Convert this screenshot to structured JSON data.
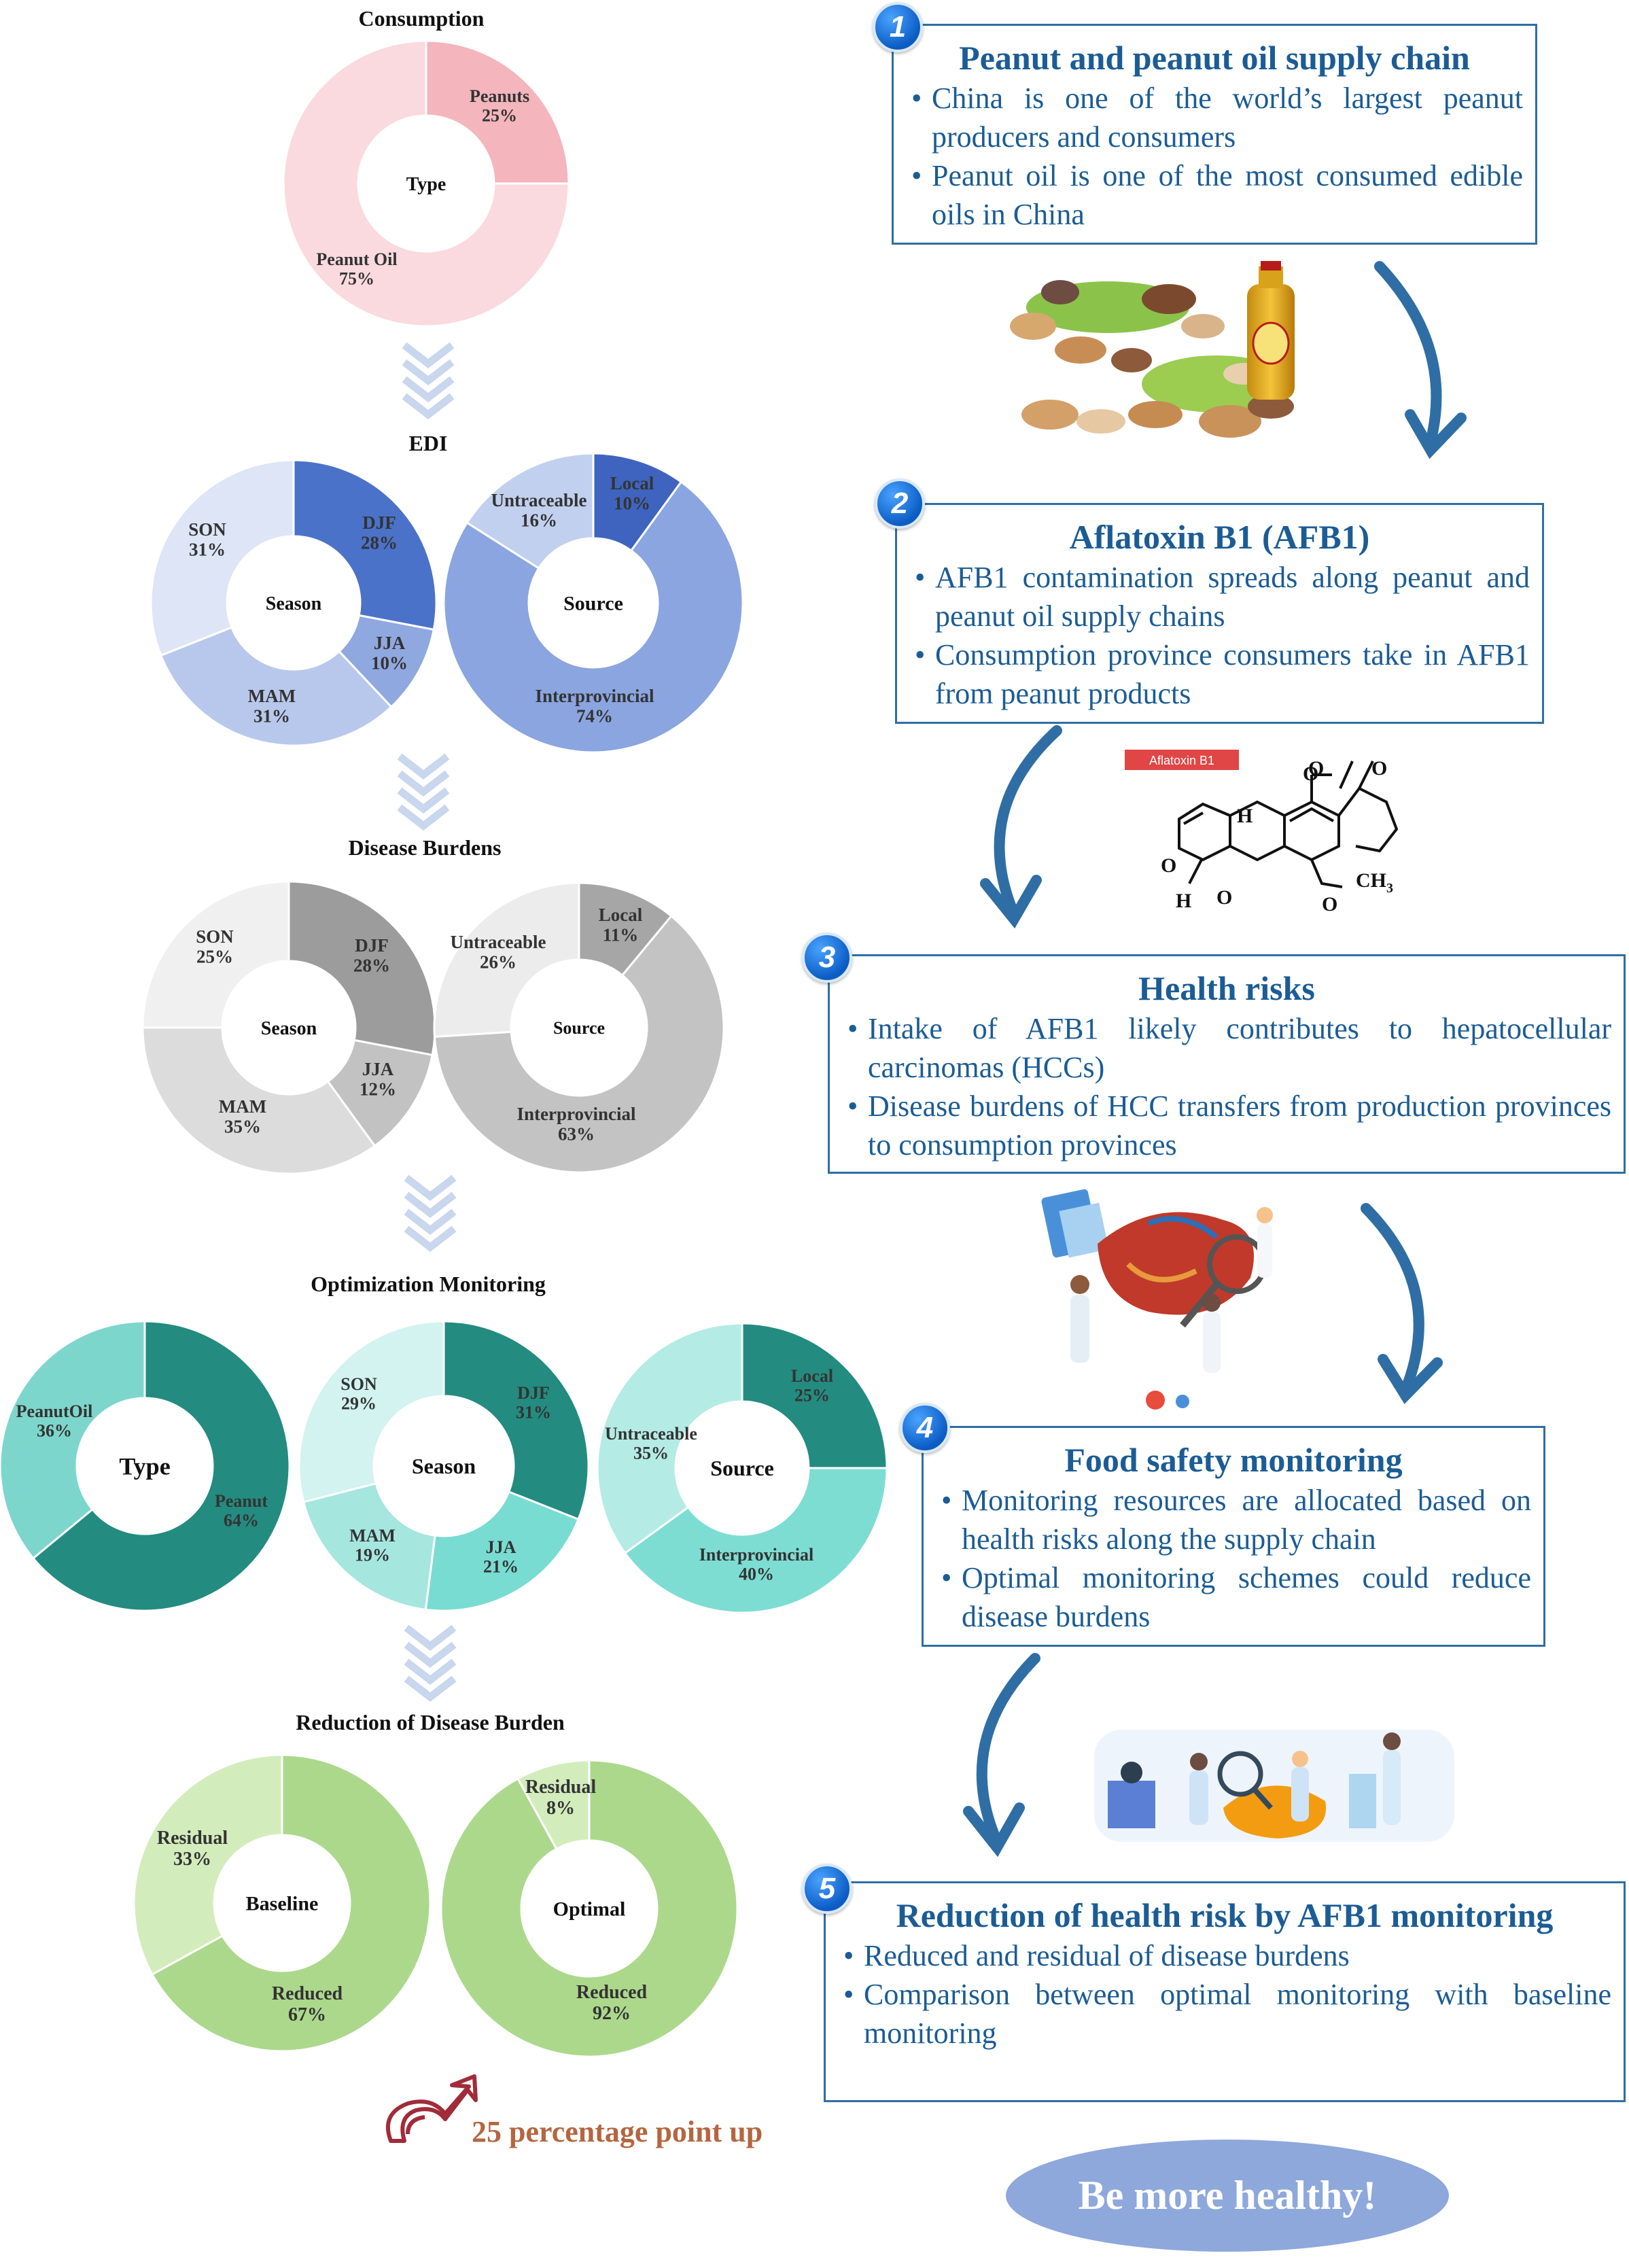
{
  "left_panel": {
    "consumption": {
      "title": "Consumption",
      "center": "Type",
      "slices": [
        {
          "label": "Peanuts",
          "pct": "25%",
          "value": 25,
          "color": "#f4b5bd"
        },
        {
          "label": "Peanut Oil",
          "pct": "75%",
          "value": 75,
          "color": "#fadadf"
        }
      ]
    },
    "edi": {
      "title": "EDI",
      "season": {
        "center": "Season",
        "slices": [
          {
            "label": "DJF",
            "pct": "28%",
            "value": 28,
            "color": "#4a72c8"
          },
          {
            "label": "JJA",
            "pct": "10%",
            "value": 10,
            "color": "#8fa8e0"
          },
          {
            "label": "MAM",
            "pct": "31%",
            "value": 31,
            "color": "#b8c8ec"
          },
          {
            "label": "SON",
            "pct": "31%",
            "value": 31,
            "color": "#dde5f6"
          }
        ]
      },
      "source": {
        "center": "Source",
        "slices": [
          {
            "label": "Local",
            "pct": "10%",
            "value": 10,
            "color": "#3e64bf"
          },
          {
            "label": "Interprovincial",
            "pct": "74%",
            "value": 74,
            "color": "#8aa5e0"
          },
          {
            "label": "Untraceable",
            "pct": "16%",
            "value": 16,
            "color": "#c2d0ef"
          }
        ]
      }
    },
    "disease": {
      "title": "Disease Burdens",
      "season": {
        "center": "Season",
        "slices": [
          {
            "label": "DJF",
            "pct": "28%",
            "value": 28,
            "color": "#9c9c9c"
          },
          {
            "label": "JJA",
            "pct": "12%",
            "value": 12,
            "color": "#c2c2c2"
          },
          {
            "label": "MAM",
            "pct": "35%",
            "value": 35,
            "color": "#dcdcdc"
          },
          {
            "label": "SON",
            "pct": "25%",
            "value": 25,
            "color": "#f0f0f0"
          }
        ]
      },
      "source": {
        "center": "Source",
        "slices": [
          {
            "label": "Local",
            "pct": "11%",
            "value": 11,
            "color": "#a6a6a6"
          },
          {
            "label": "Interprovincial",
            "pct": "63%",
            "value": 63,
            "color": "#c3c3c3"
          },
          {
            "label": "Untraceable",
            "pct": "26%",
            "value": 26,
            "color": "#ececec"
          }
        ]
      }
    },
    "optimization": {
      "title": "Optimization Monitoring",
      "type": {
        "center": "Type",
        "slices": [
          {
            "label": "Peanut",
            "pct": "64%",
            "value": 64,
            "color": "#238b80"
          },
          {
            "label": "PeanutOil",
            "pct": "36%",
            "value": 36,
            "color": "#7dd6cc"
          }
        ]
      },
      "season": {
        "center": "Season",
        "slices": [
          {
            "label": "DJF",
            "pct": "31%",
            "value": 31,
            "color": "#238b80"
          },
          {
            "label": "JJA",
            "pct": "21%",
            "value": 21,
            "color": "#78dcd2"
          },
          {
            "label": "MAM",
            "pct": "19%",
            "value": 19,
            "color": "#a5e6df"
          },
          {
            "label": "SON",
            "pct": "29%",
            "value": 29,
            "color": "#d2f3ef"
          }
        ]
      },
      "source": {
        "center": "Source",
        "slices": [
          {
            "label": "Local",
            "pct": "25%",
            "value": 25,
            "color": "#238b80"
          },
          {
            "label": "Interprovincial",
            "pct": "40%",
            "value": 40,
            "color": "#7dddd3"
          },
          {
            "label": "Untraceable",
            "pct": "35%",
            "value": 35,
            "color": "#b4ebe5"
          }
        ]
      }
    },
    "reduction": {
      "title": "Reduction of Disease Burden",
      "baseline": {
        "center": "Baseline",
        "slices": [
          {
            "label": "Reduced",
            "pct": "67%",
            "value": 67,
            "color": "#acd88c"
          },
          {
            "label": "Residual",
            "pct": "33%",
            "value": 33,
            "color": "#d3ecbc"
          }
        ]
      },
      "optimal": {
        "center": "Optimal",
        "slices": [
          {
            "label": "Reduced",
            "pct": "92%",
            "value": 92,
            "color": "#acd88c"
          },
          {
            "label": "Residual",
            "pct": "8%",
            "value": 8,
            "color": "#d3ecbc"
          }
        ]
      }
    },
    "increase_note": "25 percentage point up"
  },
  "steps": [
    {
      "number": "1",
      "title": "Peanut and peanut oil supply chain",
      "bullets": [
        "China is one of the world’s largest peanut producers and consumers",
        "Peanut oil is one of the most consumed edible oils in China"
      ]
    },
    {
      "number": "2",
      "title": "Aflatoxin B1 (AFB1)",
      "bullets": [
        "AFB1 contamination spreads along peanut and peanut oil supply chains",
        "Consumption province consumers take in AFB1 from peanut products"
      ]
    },
    {
      "number": "3",
      "title": "Health risks",
      "bullets": [
        "Intake of AFB1 likely contributes to hepatocellular carcinomas (HCCs)",
        "Disease burdens of HCC transfers from production provinces to consumption provinces"
      ]
    },
    {
      "number": "4",
      "title": "Food safety monitoring",
      "bullets": [
        "Monitoring resources are allocated based on health risks along the supply chain",
        "Optimal monitoring schemes could reduce disease burdens"
      ]
    },
    {
      "number": "5",
      "title": "Reduction of health risk by AFB1 monitoring",
      "bullets": [
        "Reduced and residual of disease burdens",
        "Comparison between optimal monitoring with baseline monitoring"
      ]
    }
  ],
  "molecule": {
    "label": "Aflatoxin B1",
    "atom_o": "O",
    "atom_h": "H",
    "methyl": "CH",
    "subscript": "3"
  },
  "footer": {
    "healthy": "Be more healthy!"
  },
  "colors": {
    "step_blue": "#1b5c95",
    "arrow_blue": "#2f6ea4",
    "chevron": "#c8d6ee",
    "note_brown": "#b46640"
  },
  "icons": [
    "peanut-oil-illustration",
    "liver-research-illustration",
    "laboratory-testing-illustration",
    "curved-arrow-icon",
    "chevron-down-icon",
    "rising-arrow-icon"
  ]
}
